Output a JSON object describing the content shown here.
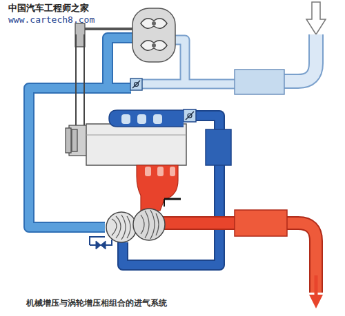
{
  "diagram": {
    "caption": "机械增压与涡轮增压相组合的进气系统",
    "labels": [
      "中国汽车工程师之家",
      "www.cartech8.com"
    ]
  }
}
